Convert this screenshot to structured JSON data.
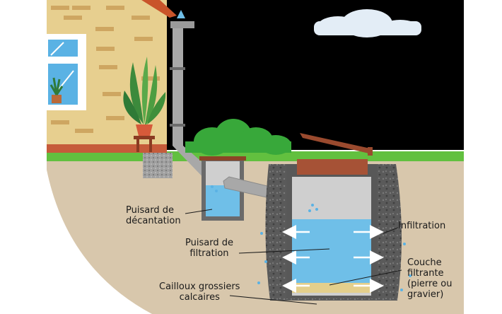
{
  "labels": {
    "puisard_decantation": "Puisard de\ndécantation",
    "puisard_filtration": "Puisard de\nfiltration",
    "cailloux": "Cailloux grossiers\ncalcaires",
    "infiltration": "Infiltration",
    "couche_filtrante": "Couche\nfiltrante\n(pierre ou\ngravier)"
  },
  "colors": {
    "sky": "#000000",
    "soil": "#d8c7ac",
    "grass": "#62c03f",
    "water": "#6fbfe8",
    "wall": "#e7cf8f",
    "brick": "#c9923f",
    "gravel": "#5f5f5f",
    "pipe": "#a8a8a8",
    "lid": "#9a4a2e"
  },
  "icons": [
    "cloud-icon",
    "plant-icon",
    "window-icon",
    "arrow-icon"
  ]
}
